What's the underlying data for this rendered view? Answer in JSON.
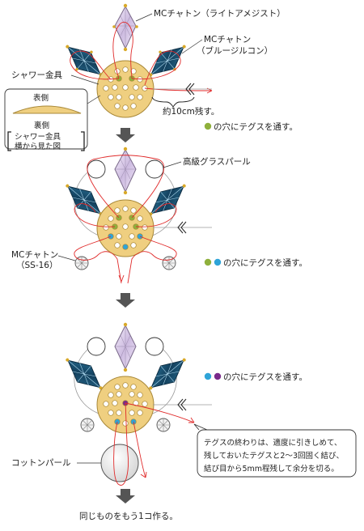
{
  "step1": {
    "label_mc_lightamethyst": "MCチャトン（ライトアメジスト）",
    "label_mc_blue_line1": "MCチャトン",
    "label_mc_blue_line2": "（ブルージルコン）",
    "label_shower_fitting": "シャワー金具",
    "label_omote": "表側",
    "label_ura": "裏側",
    "label_side_view_line1": "シャワー金具",
    "label_side_view_line2": "横から見た図",
    "label_leave_10cm": "約10cm残す。",
    "instruction": "の穴にテグスを通す。"
  },
  "step2": {
    "label_glass_pearl": "高級グラスパール",
    "label_mc_ss16_line1": "MCチャトン",
    "label_mc_ss16_line2": "（SS-16）",
    "instruction": "の穴にテグスを通す。"
  },
  "step3": {
    "instruction": "の穴にテグスを通す。",
    "note_line1": "テグスの終わりは、適度に引きしめて、",
    "note_line2": "残しておいたテグスと2～3回固く結び、",
    "note_line3": "結び目から5mm程残して余分を切る。",
    "label_cotton_pearl": "コットンパール"
  },
  "final": {
    "text": "同じものをもう1コ作る。"
  },
  "colors": {
    "thread": "#e02a2a",
    "green_hole": "#8fb03c",
    "blue_hole": "#2fa4d8",
    "purple_hole": "#7a2a8a",
    "gold_fitting": "#efcf80",
    "blue_zircon": "#1c5a7c",
    "amethyst": "#d9cbe6"
  }
}
